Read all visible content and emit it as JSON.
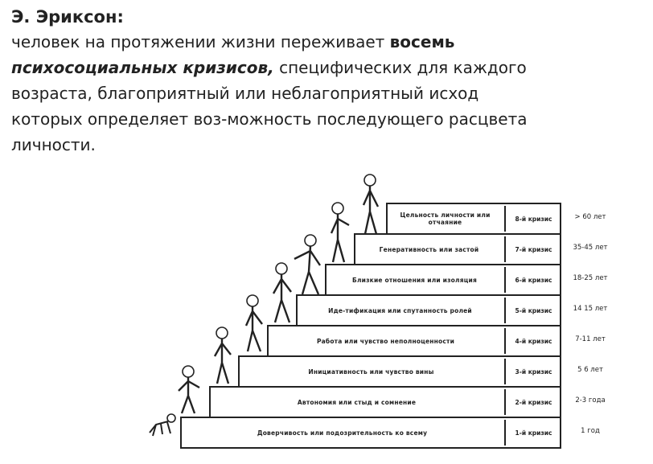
{
  "header": {
    "author": "Э. Эриксон:",
    "line1_plain": "человек на протяжении жизни переживает ",
    "line1_bold": "восемь",
    "line2_italic": "психосоциальных кризисов,",
    "line2_plain": " специфических для каждого",
    "line3": "возраста, благоприятный или неблагоприятный исход",
    "line4": "которых определяет воз-можность последующего расцвета",
    "line5": "личности."
  },
  "stages": [
    {
      "name": "Доверчивость или подозрительность ко всему",
      "crisis": "1-й кризис",
      "age": "1 год"
    },
    {
      "name": "Автономия или стыд и  сомнение",
      "crisis": "2-й кризис",
      "age": "2-3 года"
    },
    {
      "name": "Инициативность или чувство вины",
      "crisis": "3-й кризис",
      "age": "5 6 лет"
    },
    {
      "name": "Работа или чувство неполноценности",
      "crisis": "4-й кризис",
      "age": "7-11 лет"
    },
    {
      "name": "Иде-тификация или спутанность ролей",
      "crisis": "5-й кризис",
      "age": "14 15 лет"
    },
    {
      "name": "Близкие отношения или изоляция",
      "crisis": "6-й кризис",
      "age": "18-25 лет"
    },
    {
      "name": "Генеративность или застой",
      "crisis": "7-й кризис",
      "age": "35-45 лет"
    },
    {
      "name": "Цельность личности или отчаяние",
      "crisis": "8-й кризис",
      "age": "> 60 лет"
    }
  ]
}
